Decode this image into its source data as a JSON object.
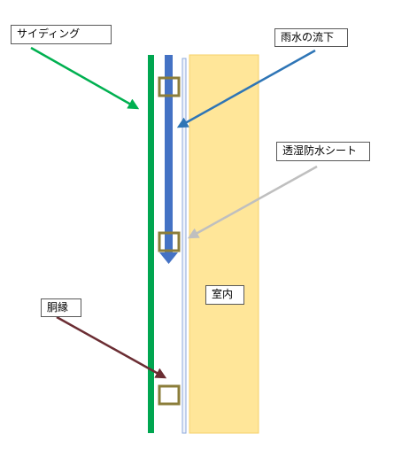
{
  "labels": {
    "siding": "サイディング",
    "rain_flow": "雨水の流下",
    "membrane": "透湿防水シート",
    "furring": "胴縁",
    "interior": "室内"
  },
  "colors": {
    "siding": "#00a650",
    "rain": "#4472c4",
    "membrane_fill": "#f0f4fb",
    "membrane_stroke": "#8ea9db",
    "interior": "#ffe699",
    "interior_edge": "#f4d06a",
    "furring": "#8b7d3a",
    "arrow_siding": "#00b050",
    "arrow_rain": "#2e75b6",
    "arrow_membrane": "#bfbfbf",
    "arrow_furring": "#6b2d33"
  }
}
